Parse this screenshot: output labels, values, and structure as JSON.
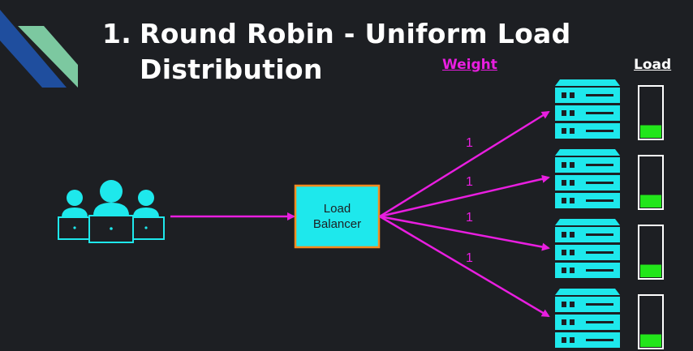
{
  "title": {
    "number": "1.",
    "line1": "Round Robin - Uniform Load",
    "line2": "Distribution"
  },
  "headers": {
    "weight": "Weight",
    "load": "Load"
  },
  "load_balancer": {
    "line1": "Load",
    "line2": "Balancer"
  },
  "servers": [
    {
      "weight": "1",
      "load": 0.25
    },
    {
      "weight": "1",
      "load": 0.25
    },
    {
      "weight": "1",
      "load": 0.25
    },
    {
      "weight": "1",
      "load": 0.25
    }
  ],
  "colors": {
    "background": "#1d1f23",
    "accent_cyan": "#1ee8ec",
    "arrow_magenta": "#e91ee0",
    "load_green": "#22e61a",
    "lb_border": "#f58a1f",
    "decor_blue": "#1f4e9e",
    "decor_green": "#7cc8a0"
  }
}
